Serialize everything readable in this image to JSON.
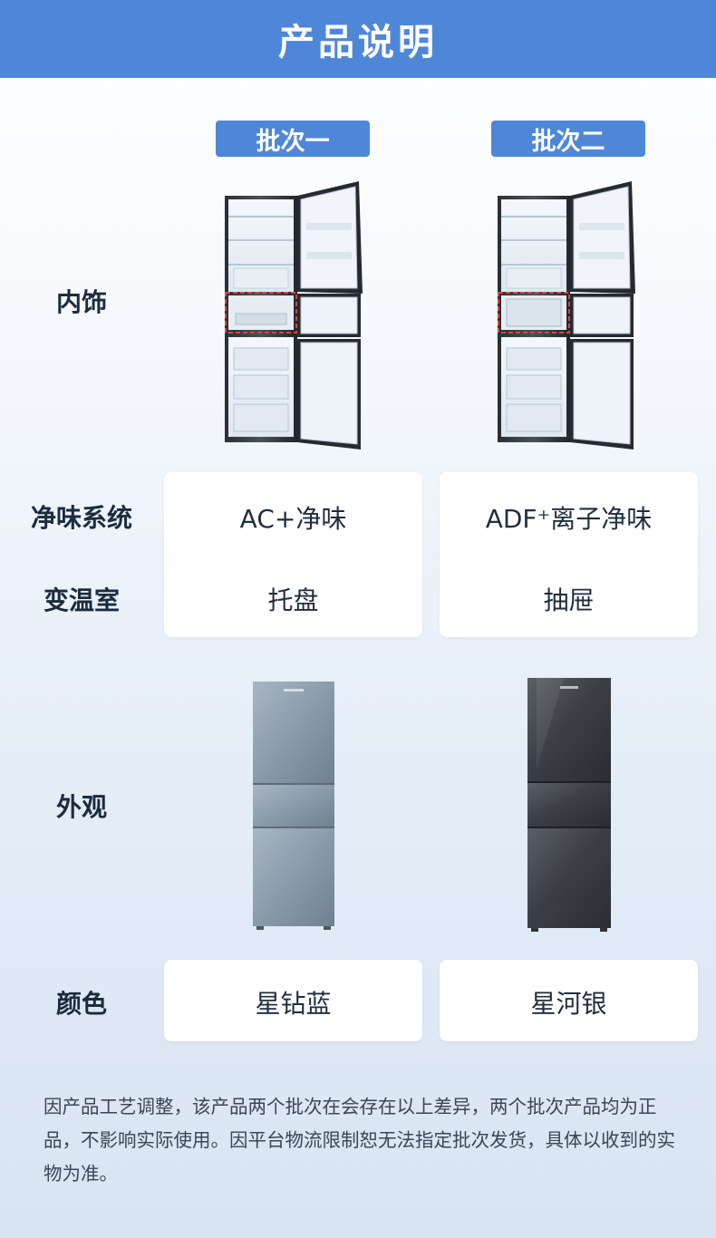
{
  "header": {
    "title": "产品说明"
  },
  "batches": [
    {
      "label": "批次一"
    },
    {
      "label": "批次二"
    }
  ],
  "rows": {
    "interior": {
      "label": "内饰"
    },
    "odor_system": {
      "label": "净味系统",
      "values": [
        "AC+净味",
        "ADF⁺离子净味"
      ]
    },
    "variable_temp": {
      "label": "变温室",
      "values": [
        "托盘",
        "抽屉"
      ]
    },
    "appearance": {
      "label": "外观"
    },
    "color": {
      "label": "颜色",
      "values": [
        "星钻蓝",
        "星河银"
      ]
    }
  },
  "footnote": "因产品工艺调整，该产品两个批次在会存在以上差异，两个批次产品均为正品，不影响实际使用。因平台物流限制恕无法指定批次发货，具体以收到的实物为准。",
  "colors": {
    "accent": "#4f87d8",
    "highlight": "#e0433a",
    "star_diamond_blue": "#8a9caa",
    "star_river_silver": "#3c4046"
  }
}
